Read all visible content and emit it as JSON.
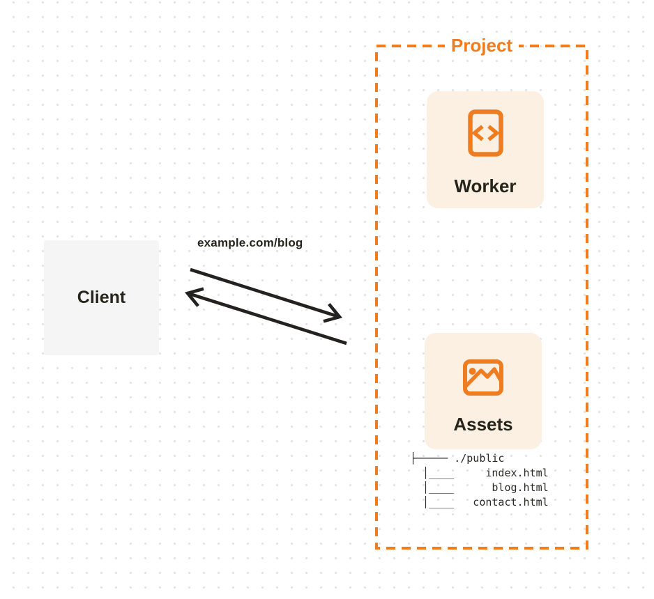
{
  "colors": {
    "accent_orange": "#ee7d21",
    "card_bg": "#fcf0e3",
    "client_bg": "#f5f5f6",
    "arrow_dark": "#232220",
    "text_dark": "#26251c",
    "tree_text": "#2b2a26",
    "dot_grid": "#e3e3e5"
  },
  "diagram": {
    "client": {
      "label": "Client"
    },
    "request": {
      "url_label": "example.com/blog"
    },
    "project": {
      "title": "Project",
      "worker": {
        "label": "Worker",
        "icon": "code-brackets-icon"
      },
      "assets": {
        "label": "Assets",
        "icon": "picture-icon"
      },
      "file_tree": {
        "root": "./public",
        "files": [
          "index.html",
          "blog.html",
          "contact.html"
        ],
        "text": "├───── ./public\n  │____     index.html\n  │____      blog.html\n  │____   contact.html"
      }
    }
  }
}
